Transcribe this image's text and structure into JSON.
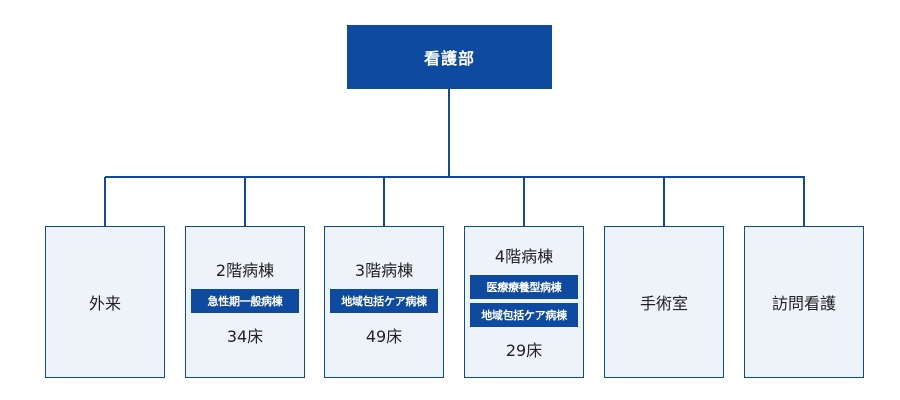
{
  "root": {
    "label": "看護部"
  },
  "departments": [
    {
      "name": "外来"
    },
    {
      "title": "2階病棟",
      "types": [
        "急性期一般病棟"
      ],
      "beds": "34床"
    },
    {
      "title": "3階病棟",
      "types": [
        "地域包括ケア病棟"
      ],
      "beds": "49床"
    },
    {
      "title": "4階病棟",
      "types": [
        "医療療養型病棟",
        "地域包括ケア病棟"
      ],
      "beds": "29床"
    },
    {
      "name": "手術室"
    },
    {
      "name": "訪問看護"
    }
  ],
  "colors": {
    "accent": "#0d4aa0",
    "box_fill": "#eef3fa"
  }
}
